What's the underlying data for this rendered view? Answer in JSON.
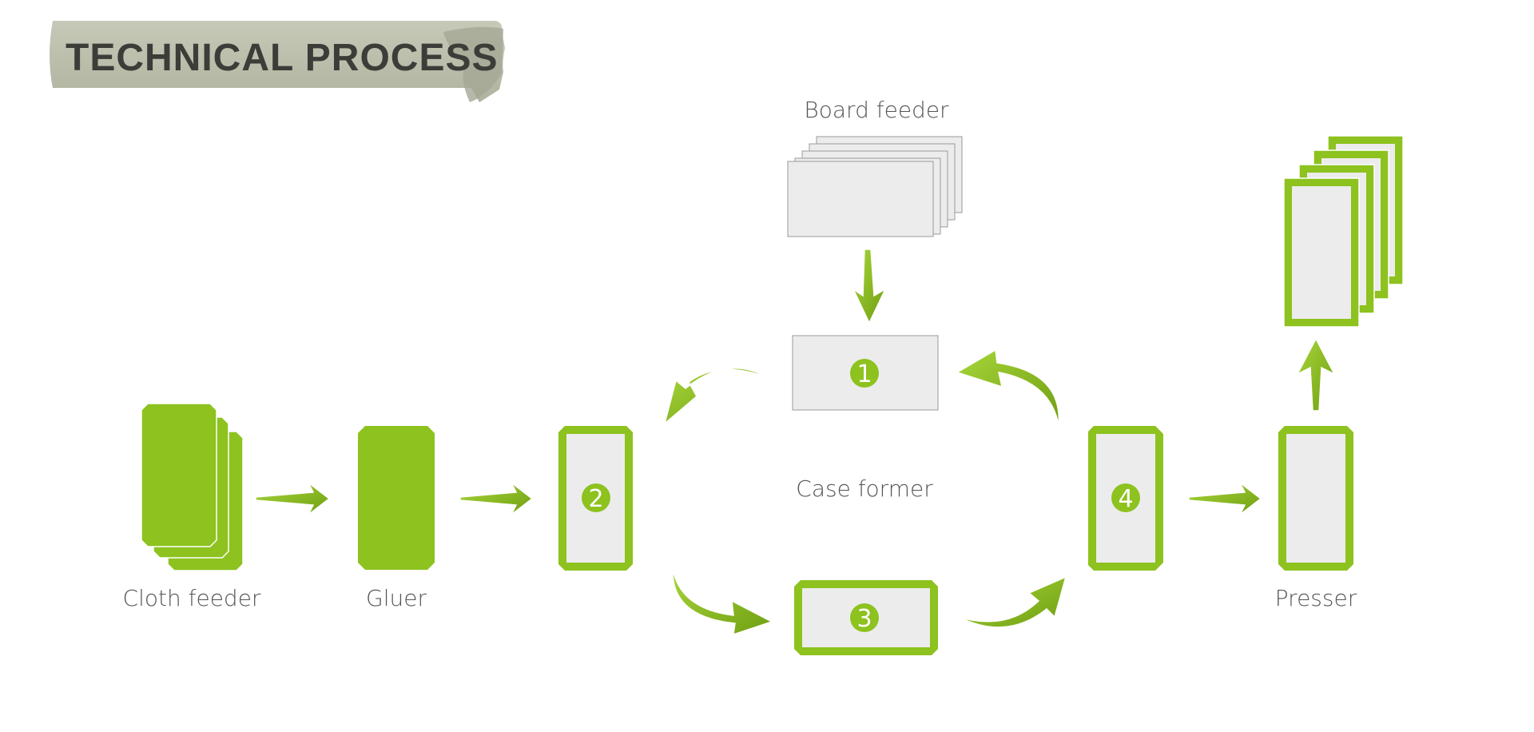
{
  "title": "TECHNICAL PROCESS",
  "labels": {
    "board_feeder": "Board feeder",
    "case_former": "Case former",
    "cloth_feeder": "Cloth feeder",
    "gluer": "Gluer",
    "presser": "Presser"
  },
  "steps": [
    "1",
    "2",
    "3",
    "4"
  ],
  "colors": {
    "green": "#8dc21f",
    "green_dark": "#6a9a10",
    "panel_gray": "#ececec",
    "title_bg": "#b9bcaa",
    "title_text": "#3c3d38",
    "label_text": "#555555"
  }
}
